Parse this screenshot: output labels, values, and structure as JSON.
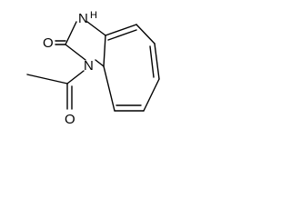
{
  "molecule": {
    "atoms": {
      "oxygen_carbonyl_ring": "O",
      "nitrogen_nh": "N",
      "nh_hydrogen": "H",
      "nitrogen_acetyl": "N",
      "oxygen_acetyl": "O"
    },
    "colors": {
      "line": "#000000",
      "background": "#ffffff"
    }
  }
}
